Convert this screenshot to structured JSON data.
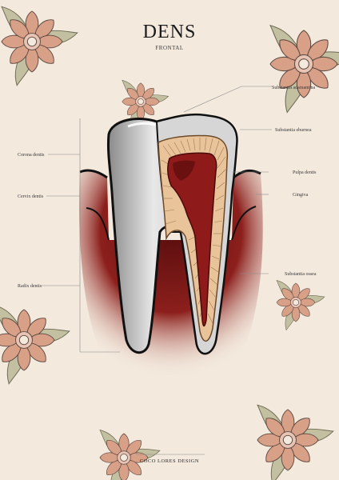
{
  "poster": {
    "title": "DENS",
    "subtitle": "FRONTAL",
    "credit": "COCO LORES DESIGN",
    "colors": {
      "background": "#f3e9dd",
      "petal": "#d9a088",
      "leaf": "#c2c0a0",
      "gingiva": "#8c1f1c",
      "enamel": "#dcdcdc",
      "dentin": "#e9c49a",
      "pulp": "#8e1a1a"
    }
  },
  "labels": {
    "corona": "Corona dentis",
    "cervix": "Cervix dentis",
    "radix": "Radix dentis",
    "adamantina": "Substantia adamantina",
    "eburnea": "Substantia eburnea",
    "pulpa": "Pulpa dentis",
    "gingiva": "Gingiva",
    "ossea": "Substantia ossea"
  }
}
